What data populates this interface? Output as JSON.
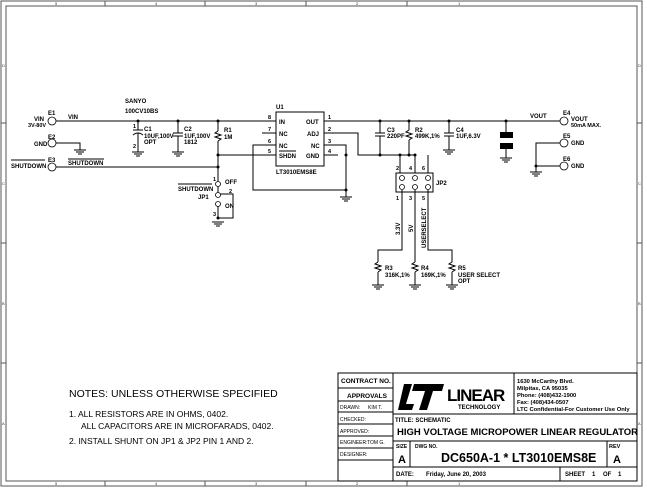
{
  "frame": {
    "columns": [
      "5",
      "4",
      "3",
      "2",
      "1"
    ],
    "rows": [
      "D",
      "C",
      "B",
      "A"
    ]
  },
  "terminals": {
    "e1": {
      "ref": "E1",
      "label": "VIN",
      "sub": "3V-80V"
    },
    "e2": {
      "ref": "E2",
      "label": "GND"
    },
    "e3": {
      "ref": "E3",
      "label": "SHUTDOWN"
    },
    "e4": {
      "ref": "E4",
      "label": "VOUT",
      "sub": "50mA MAX."
    },
    "e5": {
      "ref": "E5",
      "label": "GND"
    },
    "e6": {
      "ref": "E6",
      "label": "GND"
    }
  },
  "nets": {
    "vin": "VIN",
    "shutdown": "SHUTDOWN",
    "vout": "VOUT"
  },
  "components": {
    "c1": {
      "ref": "C1",
      "value": "10UF,100V",
      "note": "OPT",
      "maker": "SANYO",
      "part": "100CV10BS",
      "pins": [
        "1",
        "2"
      ]
    },
    "c2": {
      "ref": "C2",
      "value": "1UF,100V",
      "note": "1812"
    },
    "r1": {
      "ref": "R1",
      "value": "1M"
    },
    "u1": {
      "ref": "U1",
      "part": "LT3010EMS8E",
      "left_pins": [
        {
          "num": "8",
          "name": "IN"
        },
        {
          "num": "7",
          "name": "NC"
        },
        {
          "num": "6",
          "name": "NC"
        },
        {
          "num": "5",
          "name": "SHDN"
        }
      ],
      "right_pins": [
        {
          "num": "1",
          "name": "OUT"
        },
        {
          "num": "2",
          "name": "ADJ"
        },
        {
          "num": "3",
          "name": "NC"
        },
        {
          "num": "4",
          "name": "GND"
        }
      ]
    },
    "c3": {
      "ref": "C3",
      "value": "220PF"
    },
    "r2": {
      "ref": "R2",
      "value": "499K,1%"
    },
    "c4": {
      "ref": "C4",
      "value": "1UF,6.3V"
    },
    "jp1": {
      "ref": "JP1",
      "net": "SHUTDOWN",
      "off": "OFF",
      "on": "ON",
      "pins": [
        "1",
        "2",
        "3"
      ]
    },
    "jp2": {
      "ref": "JP2",
      "top_pins": [
        "2",
        "4",
        "6"
      ],
      "bottom_pins": [
        "1",
        "3",
        "5"
      ],
      "options": [
        "3.3V",
        "5V",
        "USERSELECT"
      ]
    },
    "r3": {
      "ref": "R3",
      "value": "316K,1%"
    },
    "r4": {
      "ref": "R4",
      "value": "169K,1%"
    },
    "r5": {
      "ref": "R5",
      "value": "USER SELECT",
      "note": "OPT"
    }
  },
  "notes": {
    "title": "NOTES:  UNLESS OTHERWISE SPECIFIED",
    "items": [
      "1.  ALL RESISTORS ARE IN OHMS, 0402.",
      "ALL CAPACITORS ARE IN MICROFARADS, 0402.",
      "2.  INSTALL SHUNT ON JP1 & JP2 PIN 1 AND 2."
    ]
  },
  "title_block": {
    "contract": "CONTRACT NO.",
    "approvals": "APPROVALS",
    "drawn_label": "DRAWN:",
    "drawn_value": "KIM T.",
    "checked": "CHECKED:",
    "approved": "APPROVED:",
    "engineer_label": "ENGINEER:",
    "engineer_value": "TOM G.",
    "designer": "DESIGNER:",
    "logo_word": "LINEAR",
    "logo_sub": "TECHNOLOGY",
    "address": [
      "1630 McCarthy Blvd.",
      "Milpitas, CA 95035",
      "Phone: (408)432-1900",
      "Fax: (408)434-0507",
      "LTC Confidential-For Customer Use Only"
    ],
    "title_label": "TITLE: SCHEMATIC",
    "title": "HIGH VOLTAGE MICROPOWER LINEAR REGULATOR",
    "size_label": "SIZE",
    "size": "A",
    "dwg_label": "DWG NO.",
    "dwg": "DC650A-1 * LT3010EMS8E",
    "rev_label": "REV",
    "rev": "A",
    "date_label": "DATE:",
    "date": "Friday, June 20, 2003",
    "sheet_label": "SHEET",
    "sheet": "1",
    "of_label": "OF",
    "of": "1"
  }
}
